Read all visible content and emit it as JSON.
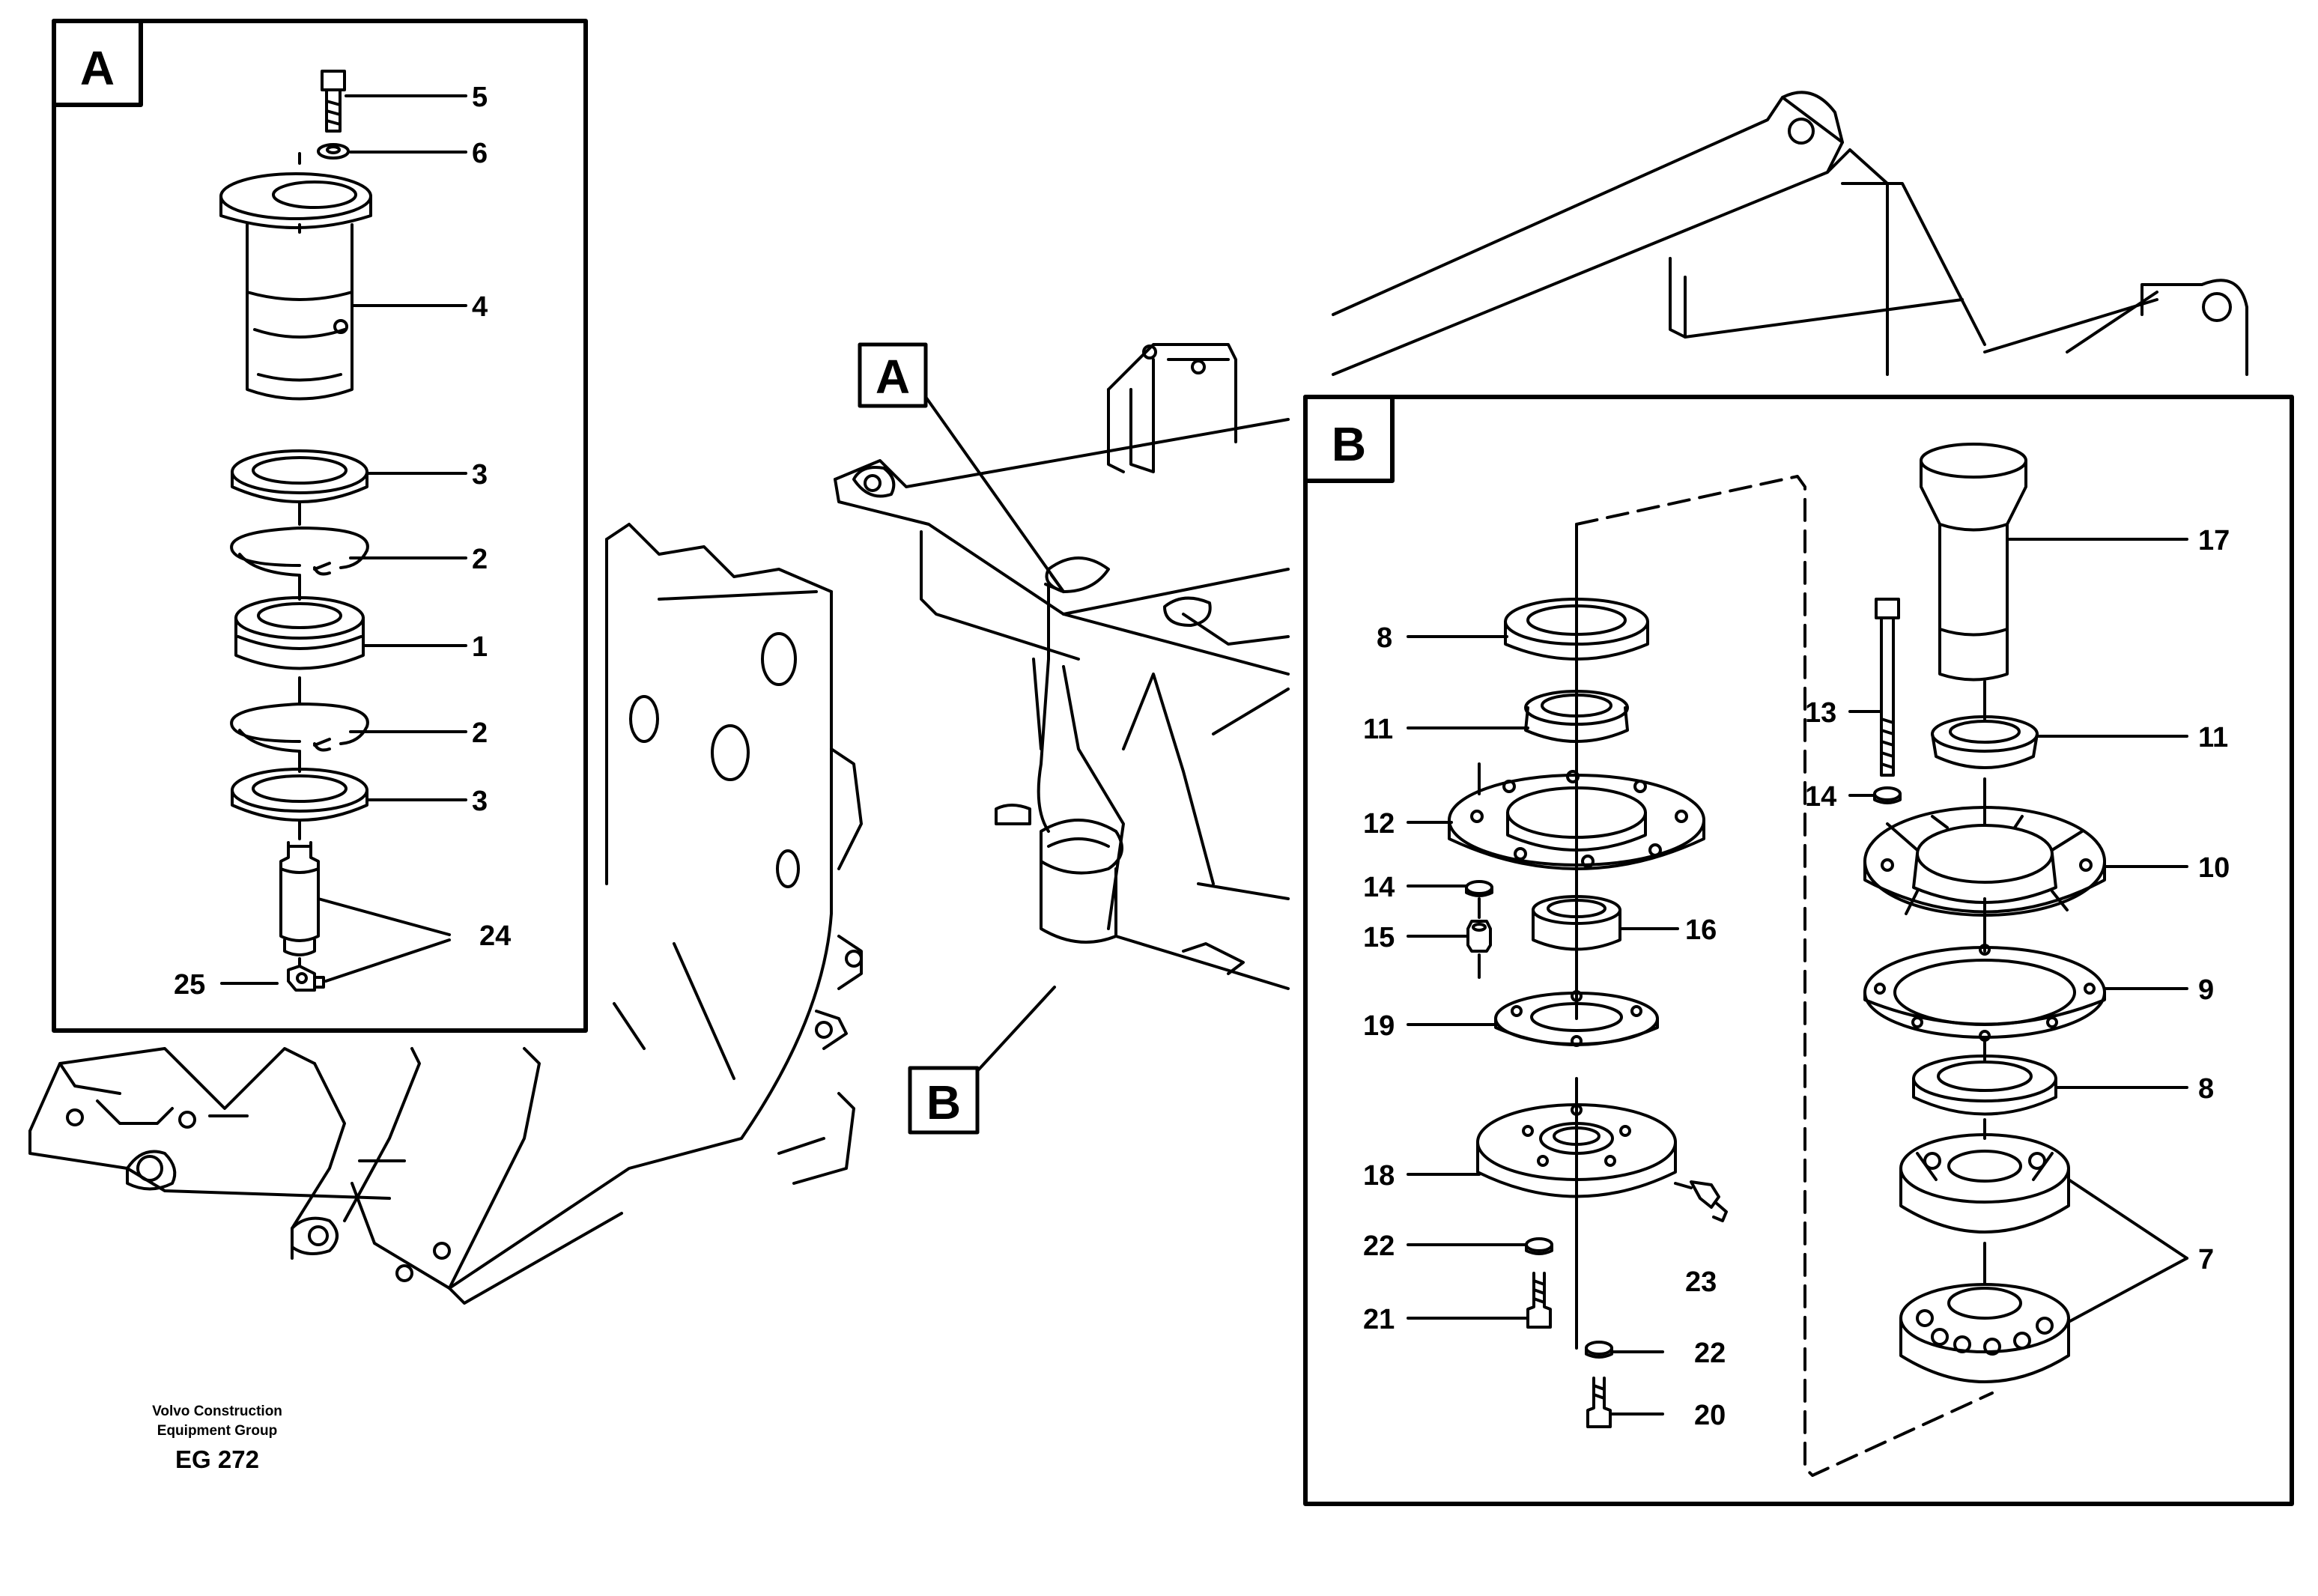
{
  "diagram": {
    "caption": {
      "line1": "Volvo Construction",
      "line2": "Equipment Group",
      "code": "EG 272"
    },
    "markers": {
      "A": "A",
      "B": "B"
    },
    "panel_a": {
      "letter": "A",
      "labels": [
        "5",
        "6",
        "4",
        "3",
        "2",
        "1",
        "2",
        "3",
        "24",
        "25"
      ]
    },
    "panel_b": {
      "letter": "B",
      "labels": [
        "8",
        "11",
        "12",
        "14",
        "15",
        "16",
        "19",
        "18",
        "22",
        "21",
        "23",
        "22",
        "20",
        "17",
        "13",
        "14",
        "11",
        "10",
        "9",
        "8",
        "7"
      ]
    },
    "colors": {
      "line": "#000000",
      "background": "#ffffff"
    }
  }
}
